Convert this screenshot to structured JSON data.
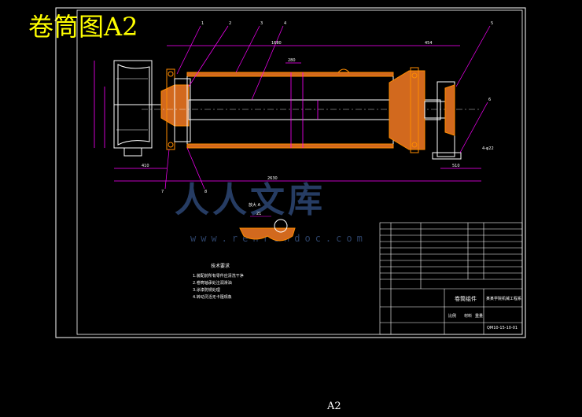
{
  "title": "卷筒图A2",
  "caption": "A2",
  "watermark": {
    "text": "人人文库",
    "url": "www.renrendoc.com"
  },
  "colors": {
    "background": "#000000",
    "title": "#ffff00",
    "outline": "#ffffff",
    "part": "#ff8c00",
    "dimension": "#ff00ff",
    "hatch": "#d2691e"
  },
  "dimensions": {
    "total_length": "2630",
    "shell_length": "1680",
    "right_overhang": "454",
    "left_offset": "410",
    "right_offset": "510",
    "gear_size": "4-φ22",
    "small_dim": "280",
    "detail_dim": "21"
  },
  "balloons": [
    "1",
    "2",
    "3",
    "4",
    "5",
    "6",
    "7",
    "8"
  ],
  "detail_note": "放大 A",
  "tech_req": {
    "heading": "技术要求",
    "lines": [
      "1.装配前所有零件应清洗干净",
      "2.卷筒轴承处注润滑油",
      "3.涂漆防锈处理",
      "4.转动灵活无卡阻现象"
    ]
  },
  "title_block": {
    "name": "卷筒组件",
    "drawing_no": "QM10-15-10-01",
    "school": "某某学院机械工程系",
    "scale": "比例",
    "material": "材料",
    "weight": "重量"
  }
}
